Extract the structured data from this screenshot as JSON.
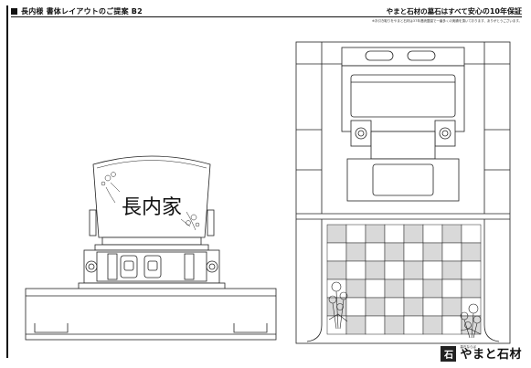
{
  "header": {
    "title": "長内様 書体レイアウトのご提案 B2",
    "tagline_prefix": "やまと石材の墓石はすべて",
    "tagline_emphasis": "安心の10年保証",
    "subnote": "※お引き取りをやまと石材は37年連続霊園で一番多くの実績を頂いております、ありがとうございます。"
  },
  "front_elevation": {
    "inscription": "長内家",
    "flower_motif": "floral-engraving"
  },
  "plan_view": {
    "flower_motif": "floral-engraving"
  },
  "logo": {
    "mark": "石",
    "small": "墓石ならば",
    "name": "やまと石材"
  },
  "colors": {
    "line": "#222222",
    "tile_gray": "#d9d9d9",
    "tile_white": "#ffffff",
    "background": "#ffffff"
  }
}
